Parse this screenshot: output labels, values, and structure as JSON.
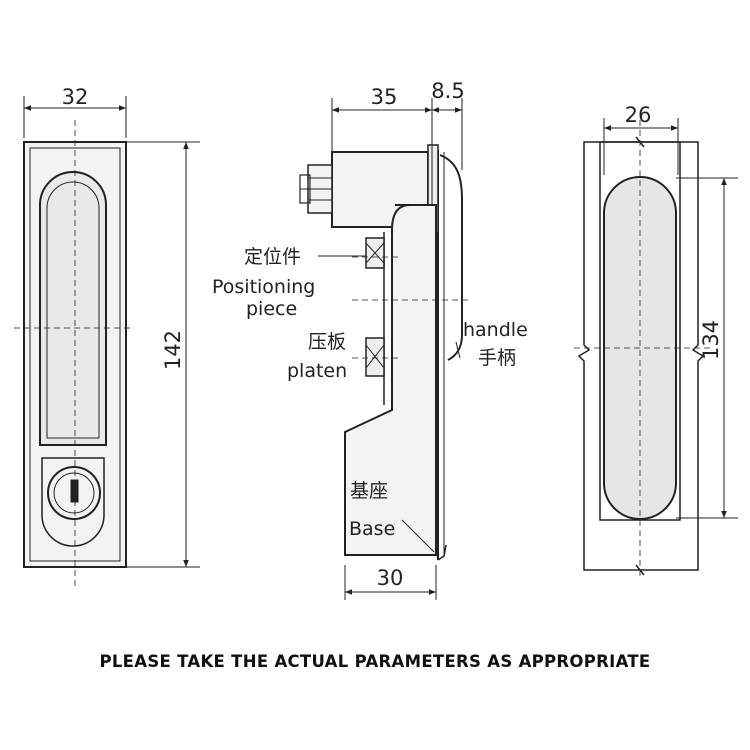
{
  "dimensions": {
    "front_width": "32",
    "front_height": "142",
    "side_depth": "35",
    "side_flange": "8.5",
    "side_base": "30",
    "cutout_width": "26",
    "cutout_height": "134"
  },
  "labels": {
    "positioning_zh": "定位件",
    "positioning_en_1": "Positioning",
    "positioning_en_2": "piece",
    "platen_zh": "压板",
    "platen_en": "platen",
    "handle_en": "handle",
    "handle_zh": "手柄",
    "base_zh": "基座",
    "base_en": "Base"
  },
  "footer_note": "PLEASE TAKE THE ACTUAL PARAMETERS AS APPROPRIATE",
  "colors": {
    "line": "#222222",
    "body_fill": "#f3f3f3",
    "grip_fill": "#e6e6e6"
  }
}
